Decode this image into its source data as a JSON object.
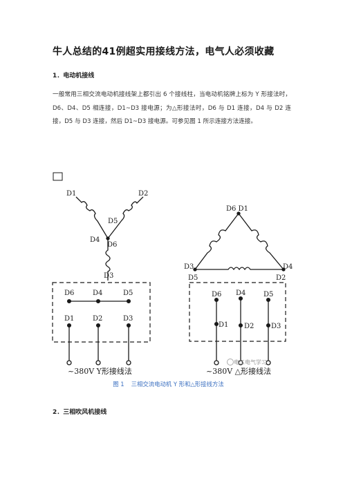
{
  "title": "牛人总结的41例超实用接线方法，电气人必须收藏",
  "section1": "1．电动机接线",
  "paragraph": "一般常用三相交流电动机接线架上都引出 6 个接线柱，当电动机铭牌上标为 Y 形接法时，D6、D4、D5 相连接，D1~D3 接电源；为△形接法时，D6 与 D1 连接，D4 与 D2 连接，D5 与 D3 连接，然后 D1~D3 接电源。可参见图 1 所示连接方法连接。",
  "figure": {
    "y_labels": {
      "d1": "D1",
      "d2": "D2",
      "d5": "D5",
      "d4": "D4",
      "d6": "D6",
      "d3": "D3"
    },
    "y_box_top": {
      "a": "D6",
      "b": "D4",
      "c": "D5"
    },
    "y_box_bottom": {
      "a": "D1",
      "b": "D2",
      "c": "D3"
    },
    "y_caption": "~380V Y形接线法",
    "tri_labels": {
      "top": "D6 D1",
      "left1": "D3",
      "left2": "D5",
      "right1": "D4",
      "right2": "D2"
    },
    "tri_box_top": {
      "a": "D6",
      "b": "D4",
      "c": "D5"
    },
    "tri_box_bottom": {
      "a": "D1",
      "b": "D2",
      "c": "D3"
    },
    "tri_caption": "~380V △形接线法",
    "watermark": "电工电气学习"
  },
  "caption_num": "图 1",
  "caption_text": "三相交流电动机 Y 形和△形接线方法",
  "section2": "2．三相吹风机接线"
}
